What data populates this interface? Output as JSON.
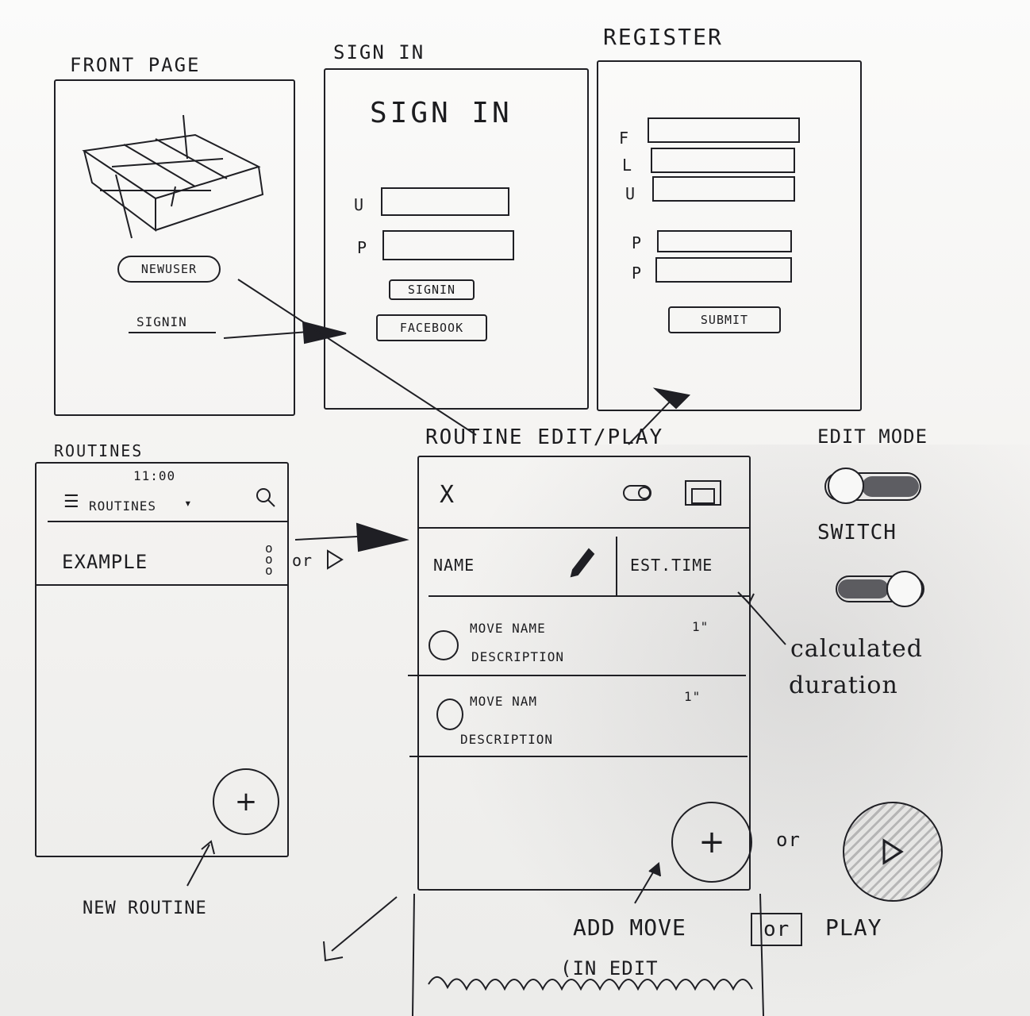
{
  "screens": {
    "front_page": {
      "title": "FRONT PAGE",
      "primary_button": "NEWUSER",
      "signin_link": "SIGNIN"
    },
    "sign_in": {
      "title": "SIGN IN",
      "heading": "SIGN IN",
      "username_marker": "U",
      "password_marker": "P",
      "signin_button": "SIGNIN",
      "facebook_button": "FACEBOOK"
    },
    "register": {
      "title": "REGISTER",
      "field_markers": [
        "F",
        "L",
        "U",
        "P",
        "P"
      ],
      "submit_button": "SUBMIT"
    },
    "routines": {
      "title": "ROUTINES",
      "status_time": "11:00",
      "header_label": "ROUTINES",
      "list_item": "EXAMPLE",
      "or_text": "or"
    },
    "routine_edit": {
      "title": "ROUTINE EDIT/PLAY",
      "close_symbol": "X",
      "name_col": "NAME",
      "time_col": "EST.TIME",
      "moves": [
        {
          "name": "MOVE NAME",
          "desc": "DESCRIPTION",
          "time": "1\""
        },
        {
          "name": "MOVE NAM",
          "desc": "DESCRIPTION",
          "time": "1\""
        }
      ]
    }
  },
  "annotations": {
    "edit_mode": "EDIT MODE",
    "switch": "SWITCH",
    "calculated": "calculated",
    "duration": "duration",
    "new_routine": "NEW ROUTINE",
    "add_move": "ADD MOVE",
    "or_boxed": "or",
    "play": "PLAY",
    "in_edit": "(IN EDIT",
    "or_between": "or"
  },
  "icons": {
    "toggle": "toggle-icon",
    "save": "save-icon",
    "pencil": "pencil-icon",
    "search": "search-icon",
    "menu": "hamburger-icon",
    "plus": "plus-icon",
    "play": "play-icon",
    "more": "more-icon"
  }
}
